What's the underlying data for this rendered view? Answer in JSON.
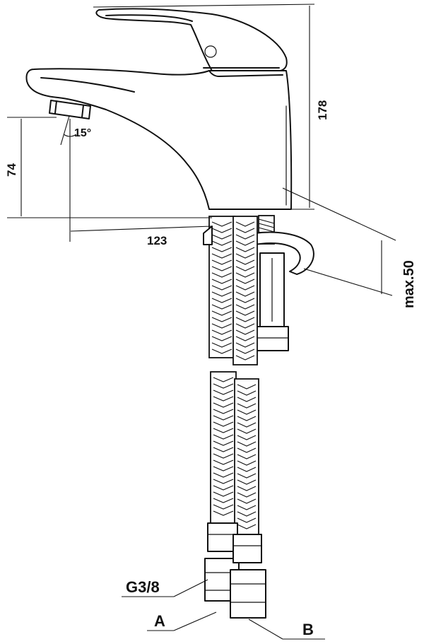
{
  "dimensions": {
    "height_total": "178",
    "spout_height": "74",
    "spout_reach": "123",
    "spout_angle": "15°",
    "max_mount_thickness": "max.50"
  },
  "labels": {
    "thread": "G3/8",
    "hose_a": "A",
    "hose_b": "B"
  },
  "colors": {
    "line": "#111111",
    "background": "#ffffff"
  }
}
